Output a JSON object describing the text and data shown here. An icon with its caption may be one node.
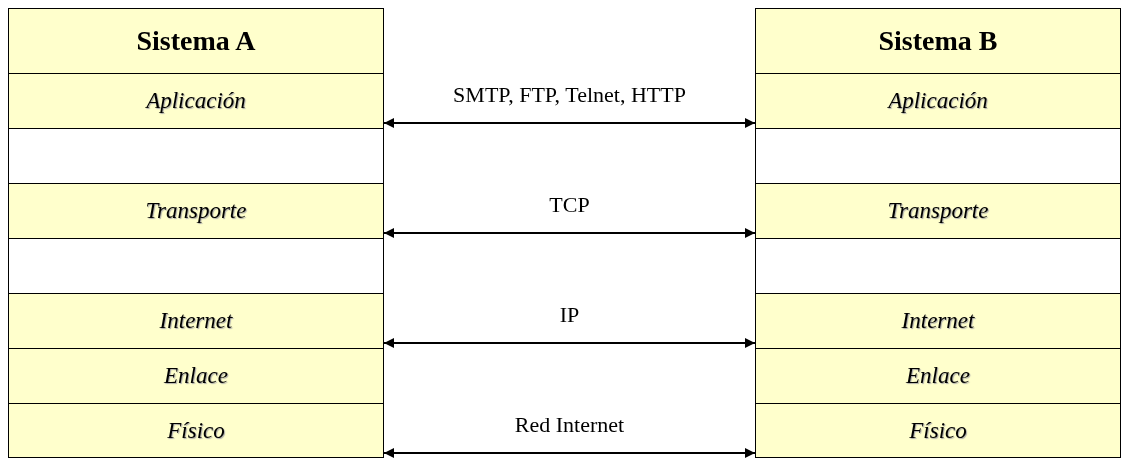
{
  "diagram": {
    "nodes": [
      {
        "text": [
          "Sistema A"
        ]
      },
      {
        "text": [
          "Aplicación"
        ],
        "in": 0
      },
      {
        "text": [],
        "shape": "box",
        "in": 0
      },
      {
        "text": [
          "Transporte"
        ],
        "in": 0
      },
      {
        "text": [],
        "shape": "box",
        "in": 0
      },
      {
        "text": [
          "Internet"
        ],
        "in": 0
      },
      {
        "text": [
          "Enlace"
        ],
        "in": 0
      },
      {
        "text": [
          "Físico"
        ],
        "in": 0
      },
      {
        "text": [
          "Sistema B"
        ]
      },
      {
        "text": [
          "Aplicación"
        ],
        "in": 8
      },
      {
        "text": [],
        "shape": "box",
        "in": 8
      },
      {
        "text": [
          "Transporte"
        ],
        "in": 8
      },
      {
        "text": [],
        "shape": "box",
        "in": 8
      },
      {
        "text": [
          "Internet"
        ],
        "in": 8
      },
      {
        "text": [
          "Enlace"
        ],
        "in": 8
      },
      {
        "text": [
          "Físico"
        ],
        "in": 8
      }
    ],
    "edges": [
      {
        "from": 1,
        "to": 9,
        "arrow": "both",
        "label": "SMTP, FTP, Telnet, HTTP"
      },
      {
        "from": 3,
        "to": 11,
        "arrow": "both",
        "label": "TCP"
      },
      {
        "from": 5,
        "to": 13,
        "arrow": "both",
        "label": "IP"
      },
      {
        "from": 7,
        "to": 15,
        "arrow": "both",
        "label": "Red Internet"
      }
    ]
  }
}
